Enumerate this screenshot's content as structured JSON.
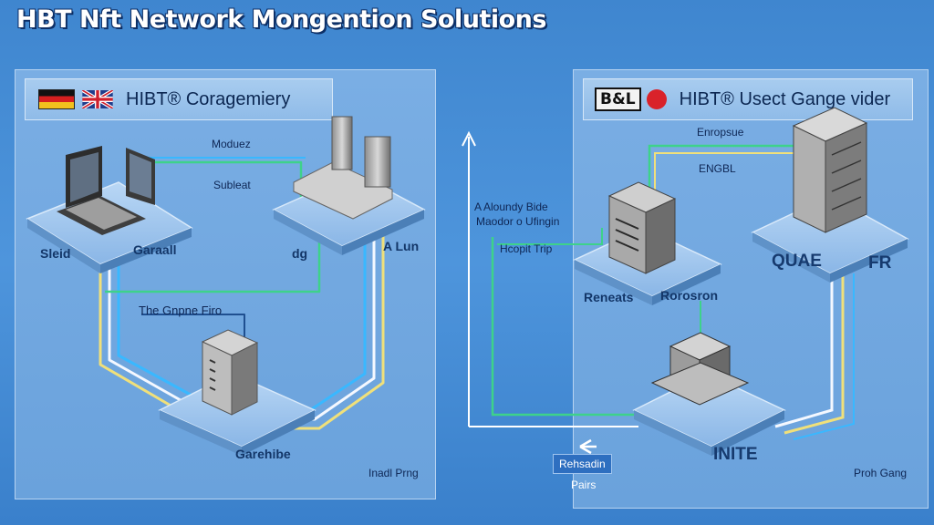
{
  "title": "HBT Nft Network Mongention Solutions",
  "left_panel": {
    "header": "HIBT® Coragemiery",
    "labels": {
      "moduez": "Moduez",
      "subleat": "Subleat",
      "sleid": "Sleid",
      "garaall": "Garaall",
      "dg": "dg",
      "alun": "A Lun",
      "the_gnpne_firo": "The Gnpne Firo",
      "bottom_node": "Garehibe",
      "footer": "Inadl Prng"
    }
  },
  "center": {
    "axis_label_line1": "A Aloundy Bide",
    "axis_label_line2": "Maodor o Ufingin",
    "callout_line1": "Rehsadin",
    "callout_line2": "Pairs"
  },
  "right_panel": {
    "logo_text": "B&L",
    "header": "HIBT® Usect Gange vider",
    "labels": {
      "enropsue": "Enropsue",
      "engbl": "ENGBL",
      "hcopit_trip": "Hcopit Trip",
      "quae": "QUAE",
      "fr": "FR",
      "reneats": "Reneats",
      "rorosron": "Rorosron",
      "inite": "INITE",
      "footer": "Proh Gang"
    }
  },
  "colors": {
    "background": "#4a90d9",
    "panel": "#72a8e0",
    "line_green": "#3ed28a",
    "line_cyan": "#39b8ff",
    "line_yellow": "#f0e07a",
    "line_white": "#f4f8ff"
  }
}
